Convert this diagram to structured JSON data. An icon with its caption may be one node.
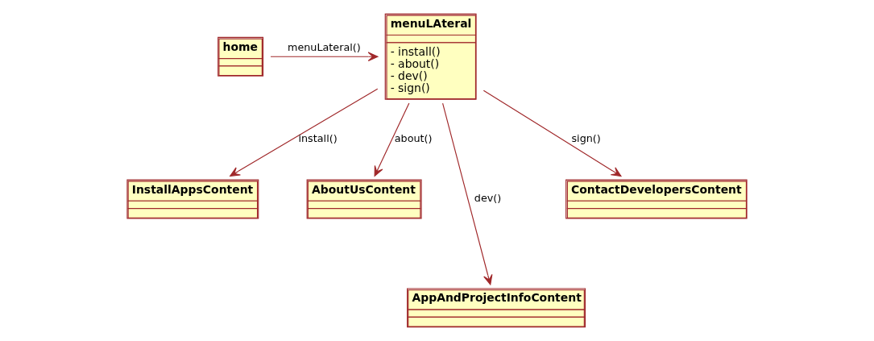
{
  "diagram": {
    "nodes": [
      {
        "text": [
          "home"
        ]
      },
      {
        "text": [
          "menuLAteral",
          "- install()",
          "- about()",
          "- dev()",
          "- sign()"
        ]
      },
      {
        "text": [
          "InstallAppsContent"
        ]
      },
      {
        "text": [
          "AboutUsContent"
        ]
      },
      {
        "text": [
          "AppAndProjectInfoContent"
        ]
      },
      {
        "text": [
          "ContactDevelopersContent"
        ]
      }
    ],
    "edges": [
      {
        "from": 0,
        "to": 1,
        "arrow": "to",
        "label": "menuLateral()"
      },
      {
        "from": 1,
        "to": 2,
        "arrow": "to",
        "label": "install()"
      },
      {
        "from": 1,
        "to": 3,
        "arrow": "to",
        "label": "about()"
      },
      {
        "from": 1,
        "to": 4,
        "arrow": "to",
        "label": "dev()"
      },
      {
        "from": 1,
        "to": 5,
        "arrow": "to",
        "label": "sign()"
      }
    ]
  }
}
